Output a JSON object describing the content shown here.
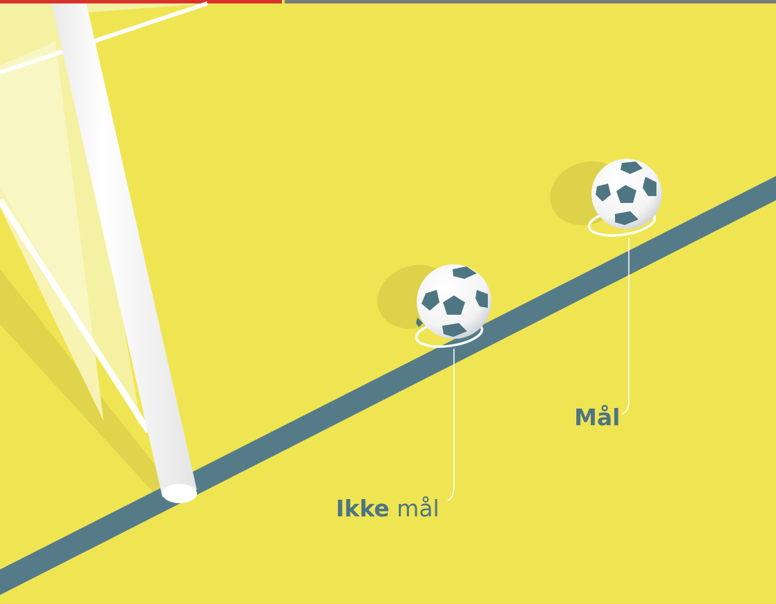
{
  "colors": {
    "pitch": "#efe553",
    "goal_line": "#557b89",
    "post": "#ffffff",
    "net": "#f6f3b0",
    "shadow": "#ddd24a",
    "ball_patch": "#4e7682",
    "label_text": "#4f7483",
    "top_bar_left": "#d9322a",
    "top_bar_right": "#7a7a7a"
  },
  "labels": {
    "goal": "Mål",
    "no_goal_bold": "Ikke",
    "no_goal_regular": "mål"
  }
}
